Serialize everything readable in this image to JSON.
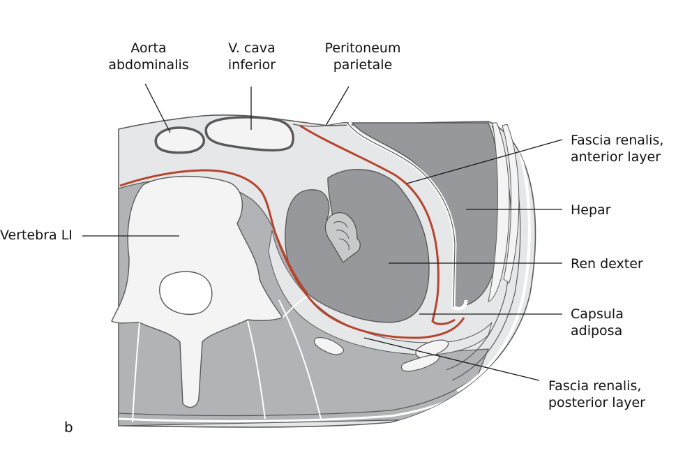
{
  "labels": {
    "aorta": [
      "Aorta",
      "abdominalis"
    ],
    "vena_cava": [
      "V. cava",
      "inferior"
    ],
    "peritoneum": [
      "Peritoneum",
      "parietale"
    ],
    "fascia_anterior": [
      "Fascia renalis,",
      "anterior layer"
    ],
    "hepar": "Hepar",
    "vertebra": "Vertebra LI",
    "ren": "Ren dexter",
    "capsula": [
      "Capsula",
      "adiposa"
    ],
    "fascia_posterior": [
      "Fascia renalis,",
      "posterior layer"
    ],
    "figure_letter": "b"
  },
  "colors": {
    "outline": "#5a5a5a",
    "light_tissue": "#e6e7e8",
    "muscle": "#b1b3b6",
    "organ": "#97989b",
    "bone": "#f4f4f5",
    "fascia": "#b5452e",
    "leader": "#1a1a1a"
  }
}
